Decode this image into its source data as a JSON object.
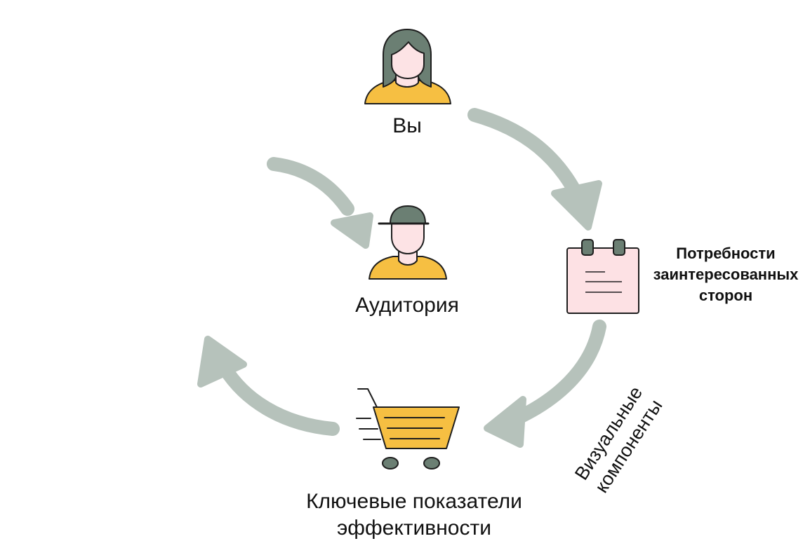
{
  "nodes": {
    "you": {
      "label": "Вы",
      "icon": "woman-person-icon"
    },
    "audience": {
      "label": "Аудитория",
      "icon": "person-cap-icon"
    },
    "stakeholders": {
      "label": "Потребности\nзаинтересованных\nсторон",
      "icon": "notepad-icon"
    },
    "kpi": {
      "label": "Ключевые показатели\nэффективности",
      "icon": "shopping-cart-icon"
    }
  },
  "edge_labels": {
    "visual_components": "Визуальные\nкомпоненты"
  },
  "colors": {
    "arrow": "#b6c2bb",
    "hair": "#6b7f73",
    "shirt": "#f6bf42",
    "skin": "#fde3e5",
    "notepad": "#fde1e4",
    "outline": "#1e1e1e"
  }
}
